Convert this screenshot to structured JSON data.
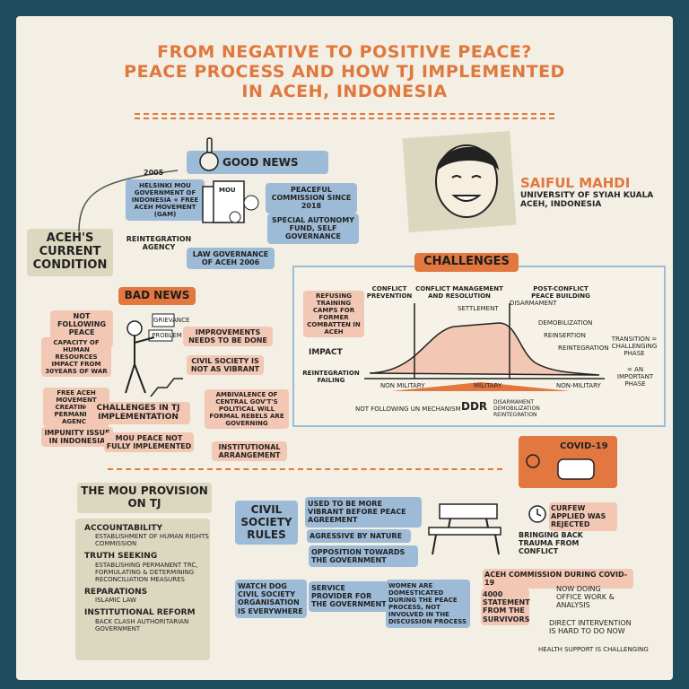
{
  "title": {
    "line1": "FROM NEGATIVE TO POSITIVE PEACE?",
    "line2": "PEACE PROCESS AND HOW TJ IMPLEMENTED",
    "line3": "IN ACEH, INDONESIA"
  },
  "speaker": {
    "name": "SAIFUL MAHDI",
    "affiliation1": "UNIVERSITY OF SYIAH KUALA",
    "affiliation2": "ACEH, INDONESIA"
  },
  "aceh_condition": "ACEH'S CURRENT CONDITION",
  "good_news": {
    "label": "GOOD NEWS",
    "year": "2005",
    "helsinki": "HELSINKI MOU GOVERNMENT OF INDONESIA + FREE ACEH MOVEMENT (GAM)",
    "mou": "MOU",
    "reintegration": "REINTEGRATION AGENCY",
    "peaceful": "PEACEFUL COMMISSION SINCE 2018",
    "special": "SPECIAL AUTONOMY FUND, SELF GOVERNANCE",
    "law": "LAW GOVERNANCE OF ACEH 2006"
  },
  "bad_news": {
    "label": "BAD NEWS",
    "not_following": "NOT FOLLOWING PEACE AGREEMENT",
    "capacity": "CAPACITY OF HUMAN RESOURCES IMPACT FROM 30YEARS OF WAR",
    "free_aceh": "FREE ACEH MOVEMENT CREATING A PERMANENT AGENCY",
    "impunity": "IMPUNITY ISSUE IN INDONESIA",
    "improvements": "IMPROVEMENTS NEEDS TO BE DONE",
    "civil_society": "CIVIL SOCIETY IS NOT AS VIBRANT",
    "challenges_tj": "CHALLENGES IN TJ IMPLEMENTATION",
    "mou_peace": "MOU PEACE NOT FULLY IMPLEMENTED",
    "ambivalence": "AMBIVALENCE OF CENTRAL GOV'T'S POLITICAL WILL FORMAL REBELS ARE GOVERNING",
    "institutional": "INSTITUTIONAL ARRANGEMENT",
    "sign_grievance": "GRIEVANCE",
    "sign_problem": "PROBLEM"
  },
  "challenges": {
    "label": "CHALLENGES",
    "refusing": "REFUSING TRAINING CAMPS FOR FORMER COMBATTEN IN ACEH",
    "impact": "IMPACT",
    "reintegration_failing": "REINTEGRATION FAILING",
    "conflict_prevention": "CONFLICT PREVENTION",
    "conflict_management": "CONFLICT MANAGEMENT AND RESOLUTION",
    "post_conflict": "POST-CONFLICT PEACE BUILDING",
    "settlement": "SETTLEMENT",
    "disarmament": "DISARMAMENT",
    "demobilization": "DEMOBILIZATION",
    "reinsertion": "REINSERTION",
    "reintegration": "REINTEGRATION",
    "transition": "TRANSITION = CHALLENGING PHASE",
    "important": "= AN IMPORTANT PHASE",
    "non_military_left": "NON MILITARY",
    "military": "MILITARY",
    "non_military_right": "NON-MILITARY",
    "not_following_mech": "NOT FOLLOWING UN MECHANISM",
    "ddr": "DDR",
    "ddr_detail": "DISARMAMENT DEMOBILIZATION REINTEGRATION"
  },
  "mou_provision": {
    "label": "THE MOU PROVISION ON TJ",
    "items": [
      {
        "head": "ACCOUNTABILITY",
        "sub": "ESTABLISHMENT OF HUMAN RIGHTS COMMISSION"
      },
      {
        "head": "TRUTH SEEKING",
        "sub": "ESTABLISHING PERMANENT TRC, FORMULATING & DETERMINING RECONCILIATION MEASURES"
      },
      {
        "head": "REPARATIONS",
        "sub": "ISLAMIC LAW"
      },
      {
        "head": "INSTITUTIONAL REFORM",
        "sub": "BACK CLASH AUTHORITARIAN GOVERNMENT"
      }
    ]
  },
  "civil_society": {
    "label": "CIVIL SOCIETY RULES",
    "vibrant": "USED TO BE MORE VIBRANT BEFORE PEACE AGREEMENT",
    "aggressive": "AGRESSIVE BY NATURE",
    "opposition": "OPPOSITION TOWARDS THE GOVERNMENT",
    "watchdog": "WATCH DOG CIVIL SOCIETY ORGANISATION IS EVERYWHERE",
    "service": "SERVICE PROVIDER FOR THE GOVERNMENT",
    "women": "WOMEN ARE DOMESTICATED DURING THE PEACE PROCESS, NOT INVOLVED IN THE DISCUSSION PROCESS"
  },
  "covid": {
    "label": "COVID-19",
    "curfew": "CURFEW APPLIED WAS REJECTED",
    "trauma": "BRINGING BACK TRAUMA FROM CONFLICT",
    "commission": "ACEH COMMISSION DURING COVID-19",
    "statement": "4000 STATEMENT FROM THE SURVIVORS",
    "office": "NOW DOING OFFICE WORK & ANALYSIS",
    "direct": "DIRECT INTERVENTION IS HARD TO DO NOW",
    "health": "HEALTH SUPPORT IS CHALLENGING"
  },
  "colors": {
    "orange": "#e2773f",
    "blue": "#9dbbd6",
    "pink": "#f2c7b3",
    "teal": "#1f4d5e",
    "paper": "#f3efe4"
  }
}
